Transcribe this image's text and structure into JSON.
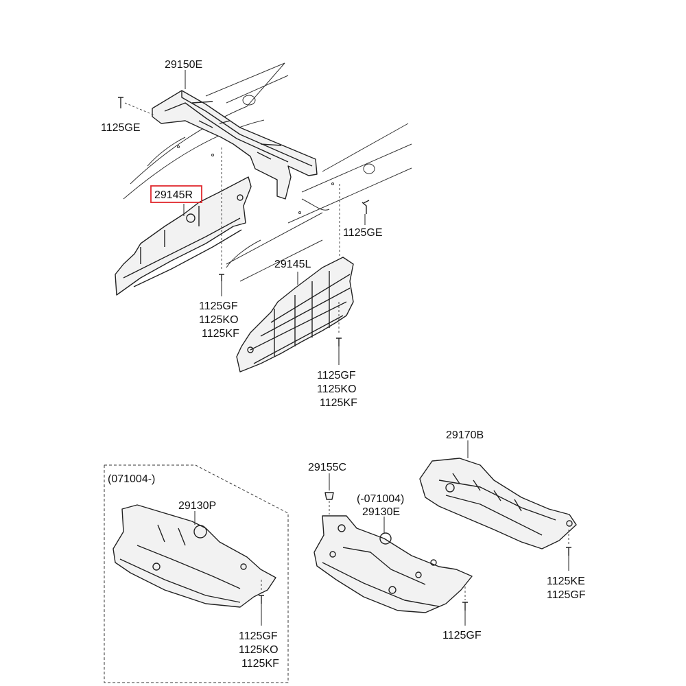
{
  "labels": {
    "top_bracket": "29150E",
    "bolt_left_top": "1125GE",
    "panel_right_label": "29145R",
    "bolt_center_right": "1125GE",
    "panel_left_label": "29145L",
    "fasteners_center": [
      "1125GF",
      "1125KO",
      "1125KF"
    ],
    "fasteners_lower_mid": [
      "1125GF",
      "1125KO",
      "1125KF"
    ],
    "range_boxed": "(071004-)",
    "cover_boxed": "29130P",
    "fasteners_boxed": [
      "1125GF",
      "1125KO",
      "1125KF"
    ],
    "clip_part": "29155C",
    "range_mid": "(-071004)",
    "cover_mid": "29130E",
    "bolt_mid": "1125GF",
    "cover_right": "29170B",
    "fasteners_right": [
      "1125KE",
      "1125GF"
    ]
  },
  "highlight_color": "#e0282e",
  "line_color": "#222222"
}
